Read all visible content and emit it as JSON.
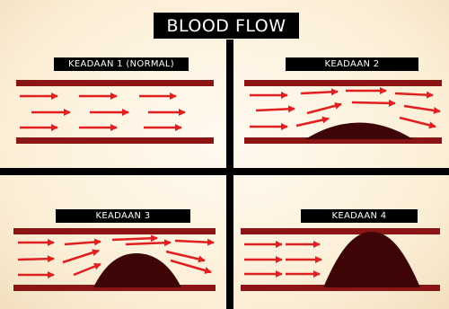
{
  "title": "BLOOD FLOW",
  "colors": {
    "background": "#fdf3e1",
    "vessel_wall": "#8b1414",
    "arrow": "#e02020",
    "plaque": "#3d0505",
    "divider": "#000000",
    "label_bg": "#000000",
    "label_text": "#ffffff"
  },
  "panels": [
    {
      "label": "KEADAAN 1 (NORMAL)",
      "blockage": 0
    },
    {
      "label": "KEADAAN 2",
      "blockage": 0.3
    },
    {
      "label": "KEADAAN 3",
      "blockage": 0.55
    },
    {
      "label": "KEADAAN 4",
      "blockage": 0.95
    }
  ]
}
